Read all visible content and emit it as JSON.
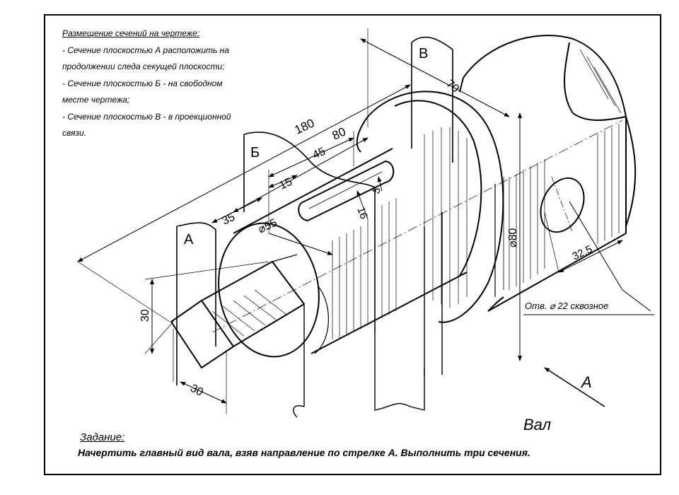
{
  "notes": {
    "title": "Размещение сечений на чертеже:",
    "lines": [
      "- Сечение плоскостью А расположить на",
      "продолжении следа секущей плоскости;",
      "- Сечение плоскостью Б - на свободном",
      "месте чертежа;",
      "- Сечение плоскостью В - в проекционной",
      "связи."
    ]
  },
  "planes": {
    "a": "А",
    "b": "Б",
    "v": "В"
  },
  "dimensions": {
    "d180": "180",
    "d80": "80",
    "d70": "70",
    "d45": "45",
    "d35": "35",
    "d15": "15",
    "d16": "16",
    "d5": "5",
    "dia55": "⌀55",
    "dia80": "⌀80",
    "d30_side": "30",
    "d30_bottom": "30",
    "d32_5": "32,5"
  },
  "hole_note": "Отв. ⌀ 22 сквозное",
  "view_arrow_label": "А",
  "part_name": "Вал",
  "task": {
    "title": "Задание:",
    "text": "Начертить главный вид вала, взяв направление по стрелке А.  Выполнить три сечения."
  },
  "colors": {
    "ink": "#000000",
    "paper": "#ffffff"
  }
}
